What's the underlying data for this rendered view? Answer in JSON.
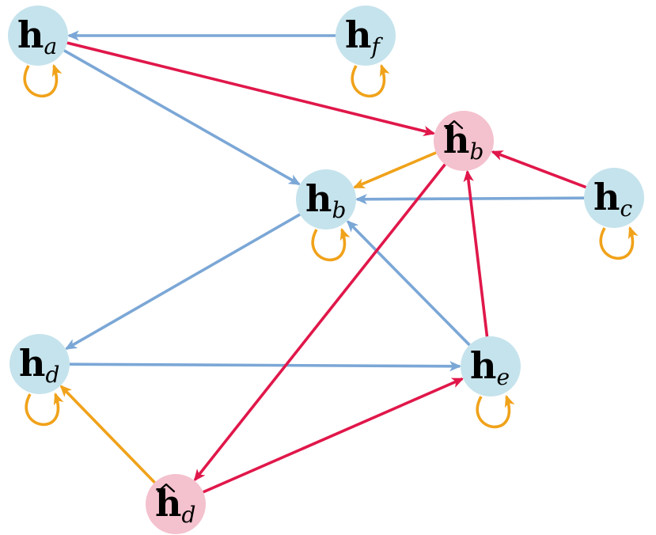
{
  "colors": {
    "blue_edge": "#7ba7d6",
    "red_edge": "#e0174a",
    "orange_edge": "#f0a21a",
    "regular_node_fill": "#c5e3ec",
    "hat_node_fill": "#f4c1ce"
  },
  "nodes": [
    {
      "id": "a",
      "main": "h",
      "sub": "a",
      "hat": false
    },
    {
      "id": "f",
      "main": "h",
      "sub": "f",
      "hat": false
    },
    {
      "id": "hb",
      "main": "h",
      "sub": "b",
      "hat": true
    },
    {
      "id": "b",
      "main": "h",
      "sub": "b",
      "hat": false
    },
    {
      "id": "c",
      "main": "h",
      "sub": "c",
      "hat": false
    },
    {
      "id": "d",
      "main": "h",
      "sub": "d",
      "hat": false
    },
    {
      "id": "e",
      "main": "h",
      "sub": "e",
      "hat": false
    },
    {
      "id": "hd",
      "main": "h",
      "sub": "d",
      "hat": true
    }
  ],
  "edges": [
    {
      "from": "f",
      "to": "a",
      "color": "blue"
    },
    {
      "from": "a",
      "to": "b",
      "color": "blue"
    },
    {
      "from": "c",
      "to": "b",
      "color": "blue"
    },
    {
      "from": "b",
      "to": "d",
      "color": "blue"
    },
    {
      "from": "d",
      "to": "e",
      "color": "blue"
    },
    {
      "from": "e",
      "to": "b",
      "color": "blue"
    },
    {
      "from": "a",
      "to": "hb",
      "color": "red"
    },
    {
      "from": "c",
      "to": "hb",
      "color": "red"
    },
    {
      "from": "e",
      "to": "hb",
      "color": "red"
    },
    {
      "from": "hb",
      "to": "hd",
      "color": "red"
    },
    {
      "from": "hd",
      "to": "e",
      "color": "red"
    },
    {
      "from": "hb",
      "to": "b",
      "color": "orange"
    },
    {
      "from": "hd",
      "to": "d",
      "color": "orange"
    }
  ],
  "self_loops": [
    "a",
    "f",
    "b",
    "c",
    "d",
    "e"
  ]
}
